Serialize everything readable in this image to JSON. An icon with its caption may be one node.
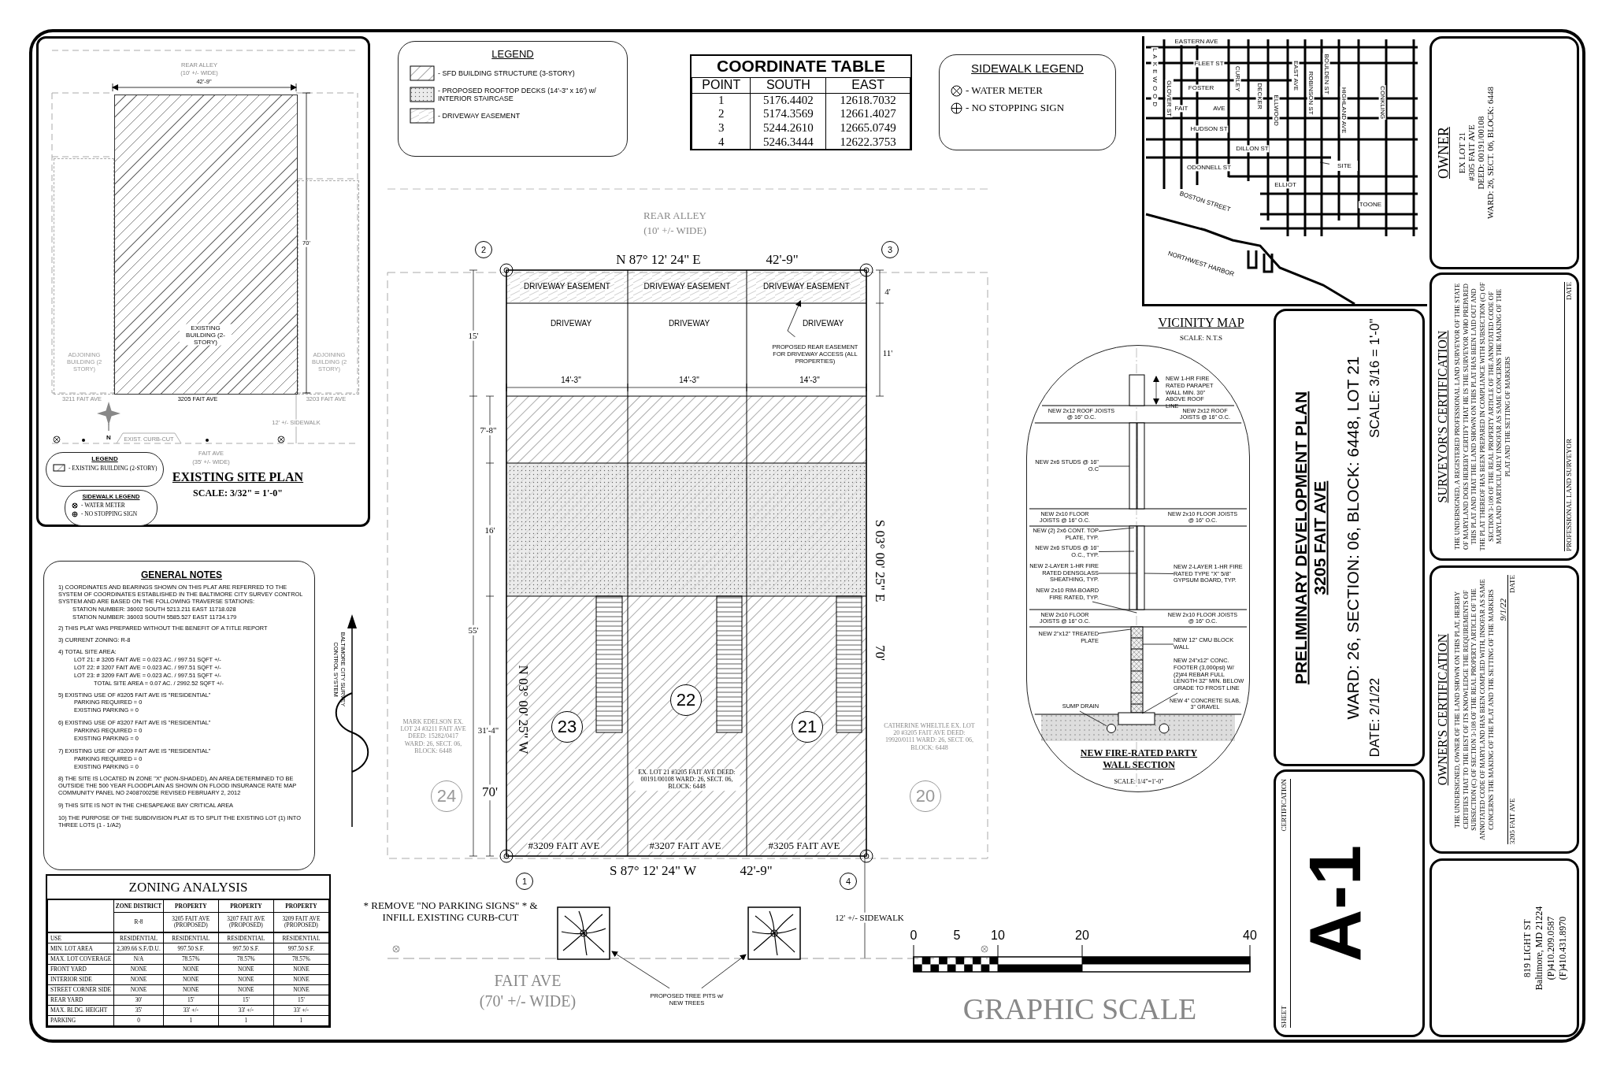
{
  "diagram": {
    "nodes": [
      {
        "text": [
          "EXISTING SITE PLAN",
          "SCALE: 3/32\" = 1'-0\""
        ]
      },
      {
        "text": [
          "EXISTING BUILDING (2-STORY)"
        ],
        "in": 0
      },
      {
        "text": [
          "ADJOINING BUILDING (2 STORY)"
        ],
        "in": 0
      },
      {
        "text": [
          "ADJOINING BUILDING (2 STORY)"
        ],
        "in": 0
      },
      {
        "text": [
          "LEGEND"
        ],
        "in": 0
      },
      {
        "text": [
          "SIDEWALK LEGEND"
        ],
        "in": 0
      },
      {
        "text": [
          "GENERAL NOTES",
          "1) COORDINATES AND BEARINGS SHOWN ON THIS PLAT ARE REFERRED TO THE SYSTEM OF COORDINATES ESTABLISHED IN THE BALTIMORE CITY SURVEY CONTROL SYSTEM AND ARE BASED ON THE FOLLOWING TRAVERSE STATIONS:",
          "STATION NUMBER: 36002 SOUTH 5213.211 EAST 11718.028",
          "STATION NUMBER: 36003 SOUTH 5585.527 EAST 11734.179",
          "2) THIS PLAT WAS PREPARED WITHOUT THE BENEFIT OF A TITLE REPORT",
          "3) CURRENT ZONING: R-8",
          "4) TOTAL SITE AREA:",
          "LOT 21: # 3205 FAIT AVE = 0.023 AC. / 997.51 SQFT +/-",
          "LOT 22: # 3207 FAIT AVE = 0.023 AC. / 997.51 SQFT +/-",
          "LOT 23: # 3209 FAIT AVE = 0.023 AC. / 997.51 SQFT +/-",
          "TOTAL SITE AREA = 0.07 AC. / 2992.52 SQFT +/-",
          "5) EXISTING USE OF #3205 FAIT AVE IS \"RESIDENTIAL\"",
          "PARKING REQUIRED = 0",
          "EXISTING PARKING = 0",
          "6) EXISTING USE OF #3207 FAIT AVE IS \"RESIDENTIAL\"",
          "PARKING REQUIRED = 0",
          "EXISTING PARKING = 0",
          "7) EXISTING USE OF #3209 FAIT AVE IS \"RESIDENTIAL\"",
          "PARKING REQUIRED = 0",
          "EXISTING PARKING = 0",
          "8) THE SITE IS LOCATED IN ZONE \"X\" (NON-SHADED), AN AREA DETERMINED TO BE OUTSIDE THE 500 YEAR FLOODPLAIN AS SHOWN ON FLOOD INSURANCE RATE MAP COMMUNITY PANEL NO 240870025E REVISED FEBRUARY 2, 2012",
          "9) THIS SITE IS NOT IN THE CHESAPEAKE BAY CRITICAL AREA",
          "10) THE PURPOSE OF THE SUBDIVISION PLAT IS TO SPLIT THE EXISTING LOT (1) INTO THREE LOTS (1 - 1/A2)"
        ]
      },
      {
        "text": [
          "ZONING ANALYSIS"
        ]
      },
      {
        "text": [
          "LEGEND"
        ]
      },
      {
        "text": [
          "COORDINATE TABLE"
        ]
      },
      {
        "text": [
          "SIDEWALK LEGEND"
        ]
      },
      {
        "text": [
          "VICINITY MAP",
          "SCALE: N.T.S"
        ]
      },
      {
        "text": [
          "SITE"
        ],
        "in": 11
      },
      {
        "text": [
          "2"
        ]
      },
      {
        "text": [
          "3"
        ]
      },
      {
        "text": [
          "PROPOSED REAR EASEMENT FOR DRIVEWAY ACCESS (ALL PROPERTIES)"
        ]
      },
      {
        "text": [
          "22"
        ]
      },
      {
        "text": [
          "23"
        ]
      },
      {
        "text": [
          "21"
        ]
      },
      {
        "text": [
          "24"
        ]
      },
      {
        "text": [
          "20"
        ]
      },
      {
        "text": [
          "1"
        ]
      },
      {
        "text": [
          "4"
        ]
      },
      {
        "text": [],
        "shape": "picture"
      },
      {
        "text": [],
        "shape": "picture"
      },
      {
        "text": [
          "PROPOSED TREE PITS w/ NEW TREES"
        ]
      },
      {
        "text": [
          "NEW FIRE-RATED PARTY WALL SECTION",
          "SCALE: 1/4\"=1'-0\""
        ]
      },
      {
        "text": [
          "NEW 1-HR FIRE RATED PARAPET WALL MIN. 30\" ABOVE ROOF LINE"
        ],
        "in": 26
      },
      {
        "text": [
          "NEW 2x6 STUDS @ 16\" O.C"
        ],
        "in": 26
      },
      {
        "text": [
          "NEW (2) 2x6 CONT. TOP PLATE, TYP."
        ],
        "in": 26
      },
      {
        "text": [
          "NEW 2x6 STUDS @ 16\" O.C., TYP."
        ],
        "in": 26
      },
      {
        "text": [
          "NEW 2-LAYER 1-HR FIRE RATED DENSGLASS SHEATHING, TYP."
        ],
        "in": 26
      },
      {
        "text": [
          "NEW 2-LAYER 1-HR FIRE RATED TYPE \"X\" 5/8\" GYPSUM BOARD, TYP."
        ],
        "in": 26
      },
      {
        "text": [
          "NEW 2x10 RIM-BOARD FIRE RATED, TYP."
        ],
        "in": 26
      },
      {
        "text": [
          "NEW 2\"x12\" TREATED PLATE"
        ],
        "in": 26
      },
      {
        "text": [
          "NEW 12\" CMU BLOCK WALL"
        ],
        "in": 26
      },
      {
        "text": [
          "NEW 24\"x12\" CONC. FOOTER (3,000psi) W/ (2)#4 REBAR FULL LENGTH 32\" MIN. BELOW GRADE TO FROST LINE"
        ],
        "in": 26
      },
      {
        "text": [
          "SUMP DRAIN"
        ],
        "in": 26
      },
      {
        "text": [
          "OWNER",
          "EX LOT 21",
          "#305 FAIT AVE",
          "DEED: 00191/00108",
          "WARD: 26, SECT. 06, BLOCK: 6448"
        ]
      },
      {
        "text": [
          "PRELIMINARY DEVELOPMENT PLAN",
          "3205 FAIT AVE",
          "WARD: 26, SECTION: 06, BLOCK: 6448, LOT 21",
          "DATE: 2/1/22",
          "SCALE: 3/16 = 1'-0\""
        ]
      },
      {
        "text": [
          "SURVEYOR'S CERTIFICATION",
          "THE UNDERSIGNED, A REGISTERED PROFESSIONAL LAND SURVEYOR OF THE STATE OF MARYLAND DOES HEREBY CERTIFY THAT HE IS THE SURVEYOR WHO PREPARED THIS PLAT AND THAT THE LAND SHOWN ON THIS PLAT HAS BEEN LAID OUT AND THE PLAT THEREOF HAS BEEN PREPARED IN COMPLIANCE WITH SUBSECTION (C) OF SECTION 3-108 OF THE REAL PROPERTY ARTICLE OF THE ANNOTATED CODE OF MARYLAND PARTICULARLY INSOFAR AS SAME CONCERNS THE MAKING OF THE PLAT AND THE SETTING OF MARKERS",
          "PROFESSIONAL LAND SURVEYOR",
          "DATE"
        ]
      },
      {
        "text": [
          "OWNER'S CERTIFICATION",
          "THE UNDERSIGNED, OWNER OF THE LAND SHOWN ON THIS PLAT, HEREBY CERTIFIES THAT TO THE BEST OF ITS KNOWLEDGE THE REQUIREMENTS OF SUBSECTION (C) OF SECTION 3-108 OF THE REAL PROPERTY ARTICLE OF THE ANNOTATED CODE OF MARYLAND HAS BEEN COMPLIED WITH, INSOFAR AS SAME CONCERNS THE MAKING OF THE PLAT AND THE SETTING OF THE MARKERS",
          "9/1/22",
          "3205 FAIT AVE",
          "DATE"
        ]
      },
      {
        "text": [
          "SHEET",
          "CERTIFICATION",
          "A-1"
        ]
      },
      {
        "text": [
          "819 LIGHT ST",
          "Baltimore, MD 21224",
          "(P)410.209.0587",
          "(F)410.431.8970"
        ]
      },
      {
        "text": [],
        "shape": "circle",
        "in": 26
      },
      {
        "text": [
          "DRIVEWAY EASEMENT"
        ]
      },
      {
        "text": [
          "DRIVEWAY EASEMENT"
        ]
      },
      {
        "text": [
          "DRIVEWAY EASEMENT"
        ]
      }
    ],
    "edges": [
      {
        "from": 12,
        "to": null,
        "arrow": "none"
      },
      {
        "from": 15,
        "to": 47,
        "arrow": "to"
      },
      {
        "from": 25,
        "to": 23,
        "arrow": "to"
      },
      {
        "from": 25,
        "to": 24,
        "arrow": "to"
      },
      {
        "from": 28,
        "to": null,
        "arrow": "none"
      },
      {
        "from": 29,
        "to": null,
        "arrow": "none"
      },
      {
        "from": 30,
        "to": null,
        "arrow": "none"
      },
      {
        "from": 31,
        "to": null,
        "arrow": "none"
      },
      {
        "from": 32,
        "to": null,
        "arrow": "none"
      },
      {
        "from": 33,
        "to": null,
        "arrow": "none"
      },
      {
        "from": 34,
        "to": null,
        "arrow": "none"
      },
      {
        "from": 35,
        "to": null,
        "arrow": "none"
      },
      {
        "from": 36,
        "to": null,
        "arrow": "none"
      },
      {
        "from": 37,
        "to": 44,
        "arrow": "none"
      }
    ],
    "labels": [
      "REAR ALLEY",
      "(10' +/- WIDE)",
      "42'-9\"",
      "70'",
      "3211 FAIT AVE",
      "3205 FAIT AVE",
      "3203 FAIT AVE",
      "N",
      "12' +/- SIDEWALK",
      "EXIST. CURB-CUT",
      "FAIT AVE",
      "(35' +/- WIDE)",
      "ZONE DISTRICT",
      "PROPERTY",
      "PROPERTY",
      "PROPERTY",
      "R-8",
      "3205 FAIT AVE (PROPOSED)",
      "3207 FAIT AVE (PROPOSED)",
      "3209 FAIT AVE (PROPOSED)",
      "USE",
      "RESIDENTIAL",
      "RESIDENTIAL",
      "RESIDENTIAL",
      "RESIDENTIAL",
      "MIN. LOT AREA",
      "2,309.66 S.F./D.U.",
      "997.50 S.F.",
      "997.50 S.F.",
      "997.50 S.F.",
      "MAX. LOT COVERAGE",
      "N/A",
      "78.57%",
      "78.57%",
      "78.57%",
      "FRONT YARD",
      "NONE",
      "NONE",
      "NONE",
      "NONE",
      "INTERIOR SIDE",
      "NONE",
      "NONE",
      "NONE",
      "NONE",
      "STREET CORNER SIDE",
      "NONE",
      "NONE",
      "NONE",
      "NONE",
      "REAR YARD",
      "30'",
      "15'",
      "15'",
      "15'",
      "MAX. BLDG. HEIGHT",
      "35'",
      "33' +/-",
      "33' +/-",
      "33' +/-",
      "PARKING",
      "0",
      "1",
      "1",
      "1",
      "POINT",
      "SOUTH",
      "EAST",
      "1",
      "5176.4402",
      "12618.7032",
      "2",
      "5174.3569",
      "12661.4027",
      "3",
      "5244.2610",
      "12665.0749",
      "4",
      "5246.3444",
      "12622.3753",
      "REAR ALLEY",
      "(10' +/- WIDE)",
      "N 87° 12' 24\" E",
      "42'-9\"",
      "DRIVEWAY",
      "DRIVEWAY",
      "DRIVEWAY",
      "4'",
      "15'",
      "11'",
      "14'-3\"",
      "14'-3\"",
      "14'-3\"",
      "7'-8\"",
      "16'",
      "S 03° 00' 25\" E",
      "55'",
      "70'",
      "N 03° 00' 25\" W",
      "31'-4\"",
      "MARK EDELSON EX. LOT 24 #3211 FAIT AVE DEED: 15282/0417 WARD: 26, SECT. 06, BLOCK: 6448",
      "EX. LOT 21 #3205 FAIT AVE DEED: 00191/00108 WARD: 26, SECT. 06, BLOCK: 6448",
      "CATHERINE WHELTLE EX. LOT 20 #3205 FAIT AVE DEED: 19920/0111 WARD: 26, SECT. 06, BLOCK: 6448",
      "70'",
      "#3209 FAIT AVE",
      "#3207 FAIT AVE",
      "#3205 FAIT AVE",
      "S 87° 12' 24\" W",
      "42'-9\"",
      "* REMOVE \"NO PARKING SIGNS\" * & INFILL EXISTING CURB-CUT",
      "12' +/- SIDEWALK",
      "FAIT AVE",
      "(70' +/- WIDE)",
      "BALTIMORE CITY SURVEY CONTROL SYSTEM",
      "0",
      "5",
      "10",
      "20",
      "40",
      "GRAPHIC SCALE",
      "EASTERN AVE",
      "FLEET ST",
      "LAKEWOOD",
      "GLOVER ST",
      "FOSTER",
      "CURLEY",
      "DECKER",
      "ELLWOOD",
      "EAST AVE",
      "ROBINSON ST",
      "BOULDEN ST",
      "HIGHLAND AVE",
      "CONKLING",
      "FAIT",
      "AVE",
      "HUDSON ST",
      "DILLON ST",
      "ODONNELL ST",
      "ELLIOT",
      "TOONE",
      "BOSTON STREET",
      "NORTHWEST HARBOR",
      "NEW 2x12 ROOF JOISTS @ 16\" O.C.",
      "NEW 2x12 ROOF JOISTS @ 16\" O.C.",
      "NEW 2x10 FLOOR JOISTS @ 16\" O.C.",
      "NEW 2x10 FLOOR JOISTS @ 16\" O.C.",
      "NEW 2x10 FLOOR JOISTS @ 16\" O.C.",
      "NEW 2x10 FLOOR JOISTS @ 16\" O.C.",
      "NEW 4\" CONCRETE SLAB, 3\" GRAVEL"
    ],
    "legend": [
      {
        "text": "- SFD BUILDING STRUCTURE (3-STORY)"
      },
      {
        "text": "- PROPOSED ROOFTOP DECKS (14'-3\" x 16') w/ INTERIOR STAIRCASE"
      },
      {
        "text": "- DRIVEWAY EASEMENT"
      },
      {
        "text": "- WATER METER"
      },
      {
        "text": "- NO STOPPING SIGN"
      },
      {
        "text": "- EXISTING BUILDING (2-STORY)"
      },
      {
        "text": "- WATER METER"
      },
      {
        "text": "- NO STOPPING SIGN"
      }
    ]
  }
}
